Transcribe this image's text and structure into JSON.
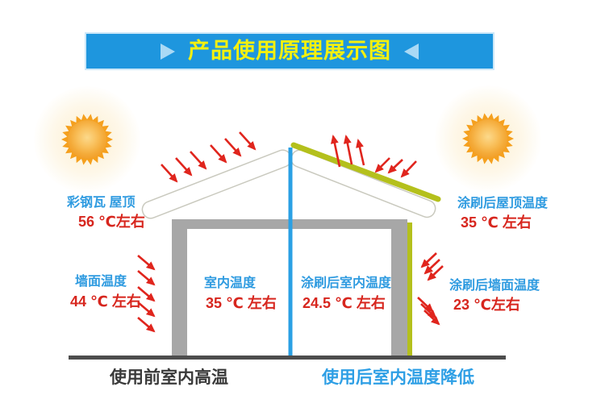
{
  "banner": {
    "title": "产品使用原理展示图"
  },
  "sections": {
    "before": {
      "roof_label": "彩钢瓦 屋顶",
      "roof_temp": "56 ℃左右",
      "wall_label": "墙面温度",
      "wall_temp": "44 ℃ 左右",
      "indoor_label": "室内温度",
      "indoor_temp": "35 ℃ 左右",
      "caption": "使用前室内高温"
    },
    "after": {
      "roof_label": "涂刷后屋顶温度",
      "roof_temp": "35 ℃ 左右",
      "wall_label": "涂刷后墙面温度",
      "wall_temp": "23 ℃左右",
      "indoor_label": "涂刷后室内温度",
      "indoor_temp": "24.5 ℃ 左右",
      "caption": "使用后室内温度降低"
    }
  },
  "icons": {
    "sun": "sun-icon",
    "banner_left_arrow": "triangle-right-icon",
    "banner_right_arrow": "triangle-left-icon",
    "heat_arrows": "red-heat-arrow-icon"
  },
  "colors": {
    "banner_bg": "#1E96DE",
    "banner_text": "#F4F00F",
    "banner_arrow": "#A9D9F5",
    "label_blue": "#2F9BE0",
    "value_red": "#D7261E",
    "arrow_red": "#E0251D",
    "wall_gray": "#A7A7A7",
    "coating_green": "#B4C01C",
    "divider_blue": "#2AA0E4",
    "ground_gray": "#4D4D4D",
    "caption_dark": "#3A3A3A",
    "caption_blue": "#2E9FE5",
    "sun_orange": "#F5A01E"
  }
}
